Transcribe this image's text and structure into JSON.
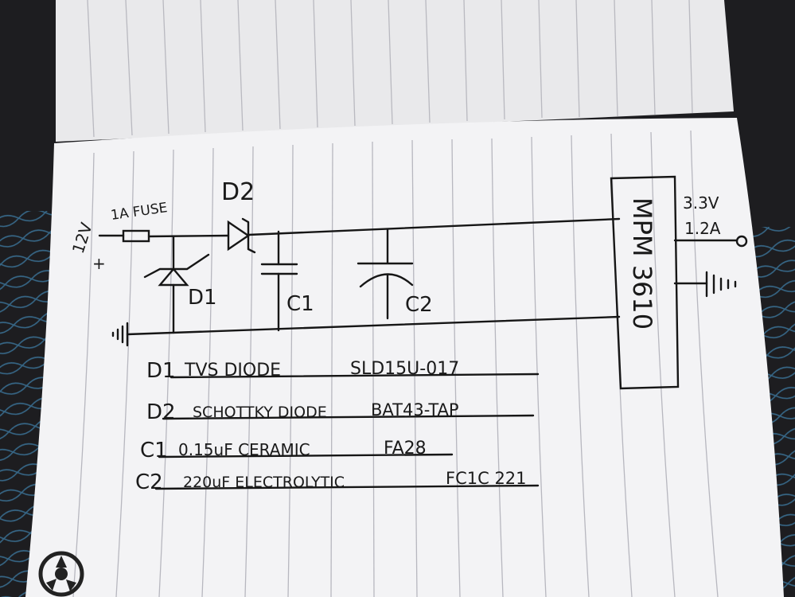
{
  "schematic": {
    "input_voltage": "12V",
    "input_polarity": "+",
    "fuse_label": "1A FUSE",
    "d1_ref": "D1",
    "d2_ref": "D2",
    "c1_ref": "C1",
    "c2_ref": "C2",
    "module_label": "MPM 3610",
    "output_voltage": "3.3V",
    "output_current": "1.2A"
  },
  "parts_list": [
    {
      "ref": "D1",
      "description": "TVS DIODE",
      "part_number": "SLD15U-017"
    },
    {
      "ref": "D2",
      "description": "SCHOTTKY DIODE",
      "part_number": "BAT43-TAP"
    },
    {
      "ref": "C1",
      "description": "0.15uF CERAMIC",
      "part_number": "FA28"
    },
    {
      "ref": "C2",
      "description": "220uF ELECTROLYTIC",
      "part_number": "FC1C 221"
    }
  ]
}
